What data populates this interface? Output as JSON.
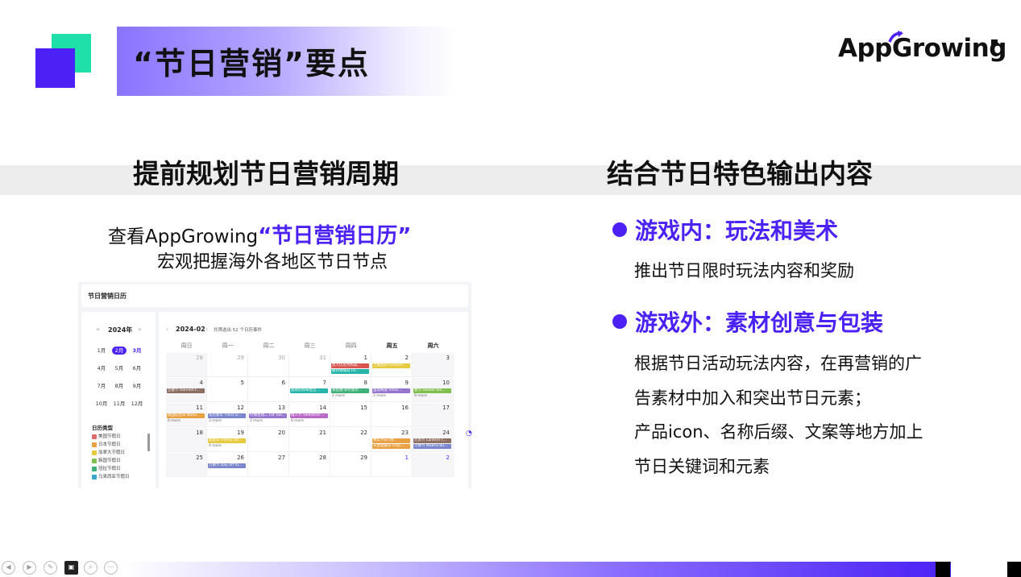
{
  "header": {
    "title": "“节日营销”要点",
    "logo_text": "AppGrowing"
  },
  "left": {
    "section_title": "提前规划节日营销周期",
    "caption_prefix": "查看AppGrowing",
    "caption_highlight": "“节日营销日历”",
    "caption_line2": "宏观把握海外各地区节日节点"
  },
  "calendar": {
    "panel_title": "节日营销日历",
    "year": "2024年",
    "year_prev": "«",
    "year_next": "»",
    "months": [
      "1月",
      "2月",
      "3月",
      "4月",
      "5月",
      "6月",
      "7月",
      "8月",
      "9月",
      "10月",
      "11月",
      "12月"
    ],
    "selected_month_index": 1,
    "current_month": "2024-02",
    "month_prev": "‹",
    "month_next": "›",
    "summary": "共筛选出 52 个日历事件",
    "weekdays": [
      "周日",
      "周一",
      "周二",
      "周三",
      "周四",
      "周五",
      "周六"
    ],
    "legend_title": "日历类型",
    "legend": [
      {
        "label": "美国节假日",
        "color": "#e06b6b"
      },
      {
        "label": "日本节假日",
        "color": "#e8a042"
      },
      {
        "label": "加拿大节假日",
        "color": "#e6c93c"
      },
      {
        "label": "韩国节假日",
        "color": "#7fbf4d"
      },
      {
        "label": "冠拉节假日",
        "color": "#3fb07a"
      },
      {
        "label": "马来西亚节假日",
        "color": "#3aa6c9"
      }
    ],
    "weeks": [
      [
        {
          "d": "28",
          "dim": true
        },
        {
          "d": "29",
          "dim": true
        },
        {
          "d": "30",
          "dim": true
        },
        {
          "d": "31",
          "dim": true
        },
        {
          "d": "1",
          "events": [
            {
              "t": "黑人历史月和美...",
              "c": "#d9534f"
            },
            {
              "t": "联邦领域日 Fe...",
              "c": "#26b5a8"
            }
          ]
        },
        {
          "d": "2",
          "events": [
            {
              "t": "土拨鼠日 Ground...",
              "c": "#e6c93c"
            }
          ]
        },
        {
          "d": "3"
        }
      ],
      [
        {
          "d": "4",
          "events": [
            {
              "t": "立春节 Harvest F...",
              "c": "#8d6e63"
            }
          ]
        },
        {
          "d": "5"
        },
        {
          "d": "6"
        },
        {
          "d": "7",
          "events": [
            {
              "t": "迪斯尼和布拉吉...",
              "c": "#26b5a8"
            }
          ]
        },
        {
          "d": "8",
          "events": [
            {
              "t": "米拉德·菲尔莫尔...",
              "c": "#3fb07a"
            }
          ],
          "more": "2 more"
        },
        {
          "d": "9",
          "events": [
            {
              "t": "圣母奇迹 Virna...",
              "c": "#9575cd"
            }
          ],
          "more": "2 more"
        },
        {
          "d": "10",
          "events": [
            {
              "t": "春节 Seollal Hol...",
              "c": "#7fbf4d"
            }
          ],
          "more": "9 more"
        }
      ],
      [
        {
          "d": "11",
          "events": [
            {
              "t": "建国纪念日 Natio...",
              "c": "#e8a042"
            }
          ],
          "more": "6 more"
        },
        {
          "d": "12",
          "events": [
            {
              "t": "农历新年 Third D...",
              "c": "#7986cb"
            }
          ],
          "more": "3 more"
        },
        {
          "d": "13",
          "events": [
            {
              "t": "忏悔星期二 Fat Tue...",
              "c": "#9575cd"
            }
          ],
          "more": "2 more"
        },
        {
          "d": "14",
          "events": [
            {
              "t": "情人节 Valentine'...",
              "c": "#ba68c8"
            }
          ],
          "more": "6 more"
        },
        {
          "d": "15"
        },
        {
          "d": "16"
        },
        {
          "d": "17"
        }
      ],
      [
        {
          "d": "18"
        },
        {
          "d": "19",
          "events": [
            {
              "t": "家庭日 Family Da...",
              "c": "#e6c93c"
            }
          ],
          "more": "4 more"
        },
        {
          "d": "20"
        },
        {
          "d": "21"
        },
        {
          "d": "22"
        },
        {
          "d": "23",
          "events": [
            {
              "t": "青年节日 (周...",
              "c": "#e8a042"
            },
            {
              "t": "天皇诞辰日 Emp...",
              "c": "#e8a042"
            }
          ]
        },
        {
          "d": "24",
          "events": [
            {
              "t": "元宵节 Lantern F...",
              "c": "#8d6e63"
            },
            {
              "t": "万佛节 Makha Bu...",
              "c": "#7986cb"
            }
          ]
        }
      ],
      [
        {
          "d": "25"
        },
        {
          "d": "26",
          "events": [
            {
              "t": "万佛节 Day off fo...",
              "c": "#7986cb"
            }
          ]
        },
        {
          "d": "27"
        },
        {
          "d": "28"
        },
        {
          "d": "29"
        },
        {
          "d": "1",
          "next": true
        },
        {
          "d": "2",
          "next": true
        }
      ]
    ]
  },
  "right": {
    "section_title": "结合节日特色输出内容",
    "point1_title": "游戏内：玩法和美术",
    "point1_text": "推出节日限时玩法内容和奖励",
    "point2_title": "游戏外：素材创意与包装",
    "point2_lines": [
      "根据节日活动玩法内容，在再营销的广",
      "告素材中加入和突出节日元素；",
      "产品icon、名称后缀、文案等地方加上",
      "节日关键词和元素"
    ]
  },
  "colors": {
    "accent": "#4b21f5",
    "green": "#1fe0a8",
    "band": "#ededed"
  },
  "icons": [
    "arrow-left-icon",
    "arrow-right-icon",
    "pen-icon",
    "screen-icon",
    "zoom-icon",
    "more-icon"
  ]
}
